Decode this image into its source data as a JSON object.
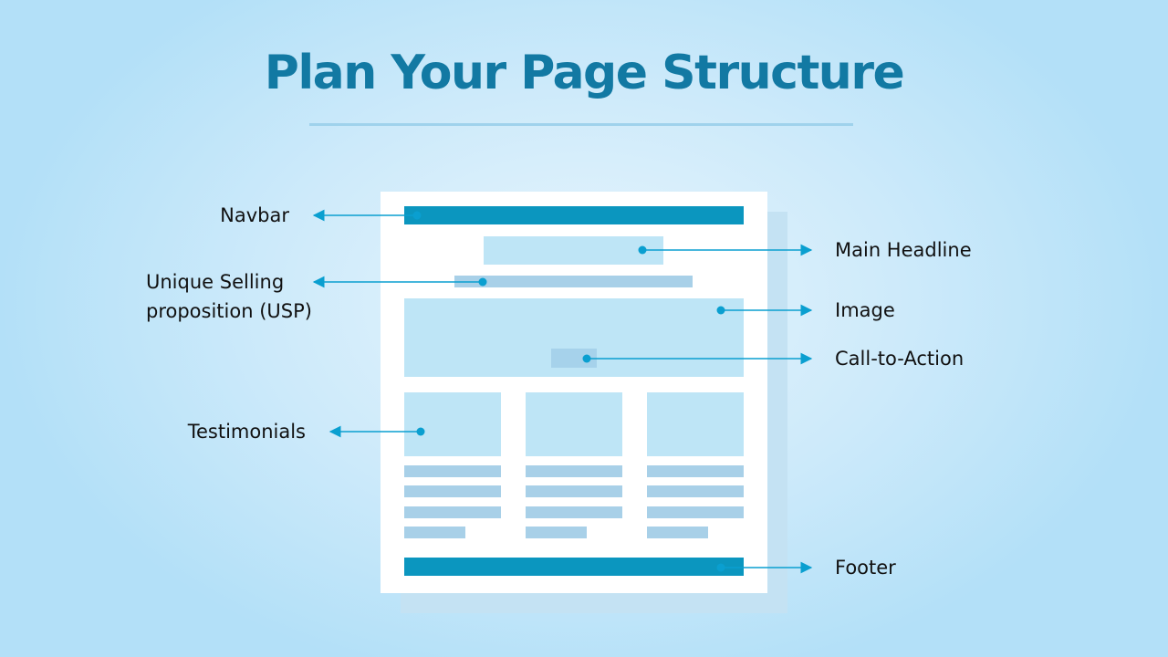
{
  "title": "Plan Your Page Structure",
  "labels": {
    "navbar": "Navbar",
    "usp_line1": "Unique Selling",
    "usp_line2": "proposition (USP)",
    "testimonials": "Testimonials",
    "main_headline": "Main Headline",
    "image": "Image",
    "cta": "Call-to-Action",
    "footer": "Footer"
  },
  "colors": {
    "title": "#1279a3",
    "accent": "#0b96bf",
    "block_light": "#bee5f6",
    "block_mid": "#a8d0e8",
    "connector": "#0a9fd0"
  }
}
